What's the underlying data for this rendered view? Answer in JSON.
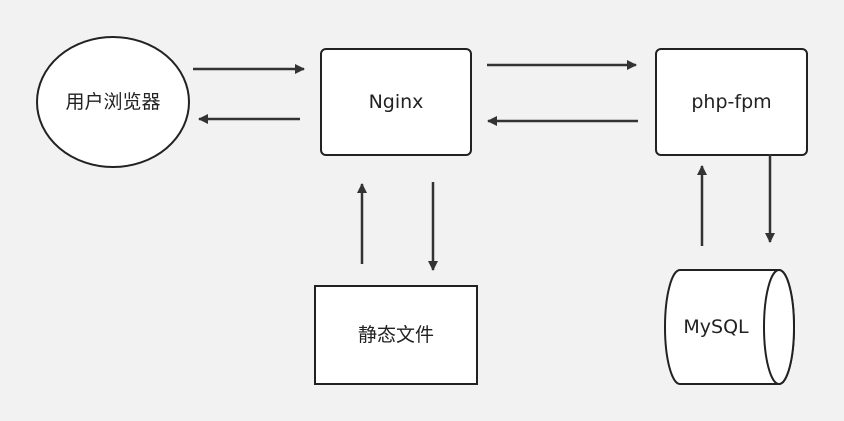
{
  "diagram": {
    "nodes": {
      "browser": {
        "label": "用户浏览器",
        "shape": "ellipse"
      },
      "nginx": {
        "label": "Nginx",
        "shape": "rounded-rect"
      },
      "php_fpm": {
        "label": "php-fpm",
        "shape": "rounded-rect"
      },
      "static_files": {
        "label": "静态文件",
        "shape": "rect"
      },
      "mysql": {
        "label": "MySQL",
        "shape": "cylinder"
      }
    },
    "edges": [
      {
        "from": "browser",
        "to": "nginx"
      },
      {
        "from": "nginx",
        "to": "browser"
      },
      {
        "from": "nginx",
        "to": "php_fpm"
      },
      {
        "from": "php_fpm",
        "to": "nginx"
      },
      {
        "from": "static_files",
        "to": "nginx"
      },
      {
        "from": "nginx",
        "to": "static_files"
      },
      {
        "from": "mysql",
        "to": "php_fpm"
      },
      {
        "from": "php_fpm",
        "to": "mysql"
      }
    ],
    "colors": {
      "background": "#f2f2f2",
      "node_fill": "#ffffff",
      "stroke": "#222222",
      "arrow": "#333333"
    }
  }
}
